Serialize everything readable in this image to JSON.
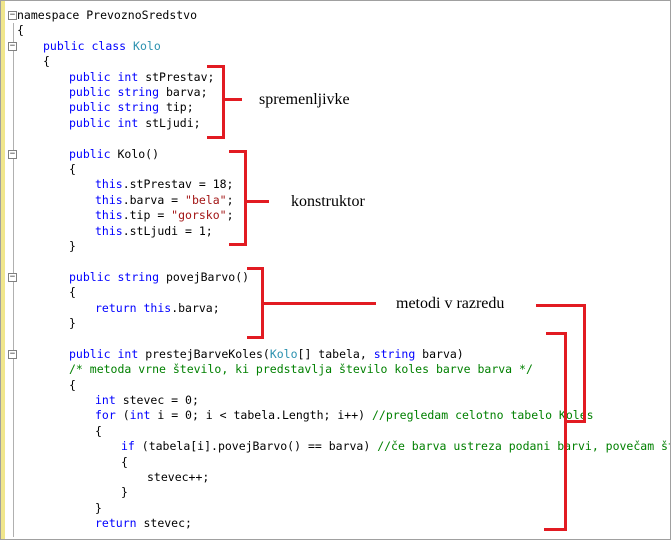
{
  "code_lines": [
    {
      "t": [
        [
          "",
          "namespace PrevoznoSredstvo"
        ]
      ]
    },
    {
      "t": [
        [
          "",
          "{"
        ]
      ]
    },
    {
      "t": [
        [
          "kw",
          "public"
        ],
        [
          "",
          " "
        ],
        [
          "kw",
          "class"
        ],
        [
          "",
          " "
        ],
        [
          "ty",
          "Kolo"
        ]
      ]
    },
    {
      "t": [
        [
          "",
          "{"
        ]
      ]
    },
    {
      "t": [
        [
          "kw",
          "public"
        ],
        [
          "",
          " "
        ],
        [
          "kw",
          "int"
        ],
        [
          "",
          " stPrestav;"
        ]
      ]
    },
    {
      "t": [
        [
          "kw",
          "public"
        ],
        [
          "",
          " "
        ],
        [
          "kw",
          "string"
        ],
        [
          "",
          " barva;"
        ]
      ]
    },
    {
      "t": [
        [
          "kw",
          "public"
        ],
        [
          "",
          " "
        ],
        [
          "kw",
          "string"
        ],
        [
          "",
          " tip;"
        ]
      ]
    },
    {
      "t": [
        [
          "kw",
          "public"
        ],
        [
          "",
          " "
        ],
        [
          "kw",
          "int"
        ],
        [
          "",
          " stLjudi;"
        ]
      ]
    },
    {
      "t": [
        [
          "",
          ""
        ]
      ]
    },
    {
      "t": [
        [
          "kw",
          "public"
        ],
        [
          "",
          " Kolo()"
        ]
      ]
    },
    {
      "t": [
        [
          "",
          "{"
        ]
      ]
    },
    {
      "t": [
        [
          "kw",
          "this"
        ],
        [
          "",
          ".stPrestav = 18;"
        ]
      ]
    },
    {
      "t": [
        [
          "kw",
          "this"
        ],
        [
          "",
          ".barva = "
        ],
        [
          "str",
          "\"bela\""
        ],
        [
          "",
          ";"
        ]
      ]
    },
    {
      "t": [
        [
          "kw",
          "this"
        ],
        [
          "",
          ".tip = "
        ],
        [
          "str",
          "\"gorsko\""
        ],
        [
          "",
          ";"
        ]
      ]
    },
    {
      "t": [
        [
          "kw",
          "this"
        ],
        [
          "",
          ".stLjudi = 1;"
        ]
      ]
    },
    {
      "t": [
        [
          "",
          "}"
        ]
      ]
    },
    {
      "t": [
        [
          "",
          ""
        ]
      ]
    },
    {
      "t": [
        [
          "kw",
          "public"
        ],
        [
          "",
          " "
        ],
        [
          "kw",
          "string"
        ],
        [
          "",
          " povejBarvo()"
        ]
      ]
    },
    {
      "t": [
        [
          "",
          "{"
        ]
      ]
    },
    {
      "t": [
        [
          "kw",
          "return"
        ],
        [
          "",
          " "
        ],
        [
          "kw",
          "this"
        ],
        [
          "",
          ".barva;"
        ]
      ]
    },
    {
      "t": [
        [
          "",
          "}"
        ]
      ]
    },
    {
      "t": [
        [
          "",
          ""
        ]
      ]
    },
    {
      "t": [
        [
          "kw",
          "public"
        ],
        [
          "",
          " "
        ],
        [
          "kw",
          "int"
        ],
        [
          "",
          " prestejBarveKoles("
        ],
        [
          "ty",
          "Kolo"
        ],
        [
          "",
          "[] tabela, "
        ],
        [
          "kw",
          "string"
        ],
        [
          "",
          " barva)"
        ]
      ]
    },
    {
      "t": [
        [
          "cm",
          "/* metoda vrne število, ki predstavlja število koles barve barva */"
        ]
      ]
    },
    {
      "t": [
        [
          "",
          "{"
        ]
      ]
    },
    {
      "t": [
        [
          "kw",
          "int"
        ],
        [
          "",
          " stevec = 0;"
        ]
      ]
    },
    {
      "t": [
        [
          "kw",
          "for"
        ],
        [
          "",
          " ("
        ],
        [
          "kw",
          "int"
        ],
        [
          "",
          " i = 0; i < tabela.Length; i++) "
        ],
        [
          "cm",
          "//pregledam celotno tabelo Koles"
        ]
      ]
    },
    {
      "t": [
        [
          "",
          "{"
        ]
      ]
    },
    {
      "t": [
        [
          "kw",
          "if"
        ],
        [
          "",
          " (tabela[i].povejBarvo() == barva) "
        ],
        [
          "cm",
          "//če barva ustreza podani barvi, povečam števec"
        ]
      ]
    },
    {
      "t": [
        [
          "",
          "{"
        ]
      ]
    },
    {
      "t": [
        [
          "",
          "stevec++;"
        ]
      ]
    },
    {
      "t": [
        [
          "",
          "}"
        ]
      ]
    },
    {
      "t": [
        [
          "",
          "}"
        ]
      ]
    },
    {
      "t": [
        [
          "kw",
          "return"
        ],
        [
          "",
          " stevec;"
        ]
      ]
    }
  ],
  "annotations": {
    "spremenljivke": "spremenljivke",
    "konstruktor": "konstruktor",
    "metodi": "metodi v razredu"
  },
  "colors": {
    "keyword": "#0000ff",
    "type": "#2b91af",
    "string": "#a31515",
    "comment": "#008000",
    "bracket": "#e21b22"
  }
}
